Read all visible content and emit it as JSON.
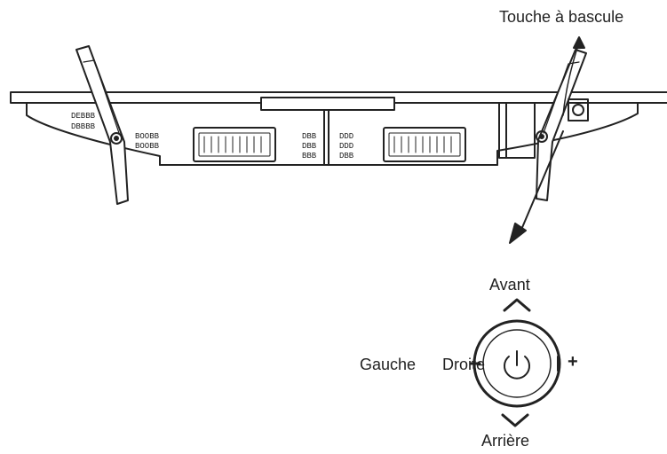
{
  "labels": {
    "toggle_key": "Touche à bascule",
    "front": "Avant",
    "left": "Gauche",
    "right": "Droite",
    "back": "Arrière",
    "plus": "+"
  },
  "colors": {
    "line": "#222222",
    "background": "#ffffff"
  }
}
